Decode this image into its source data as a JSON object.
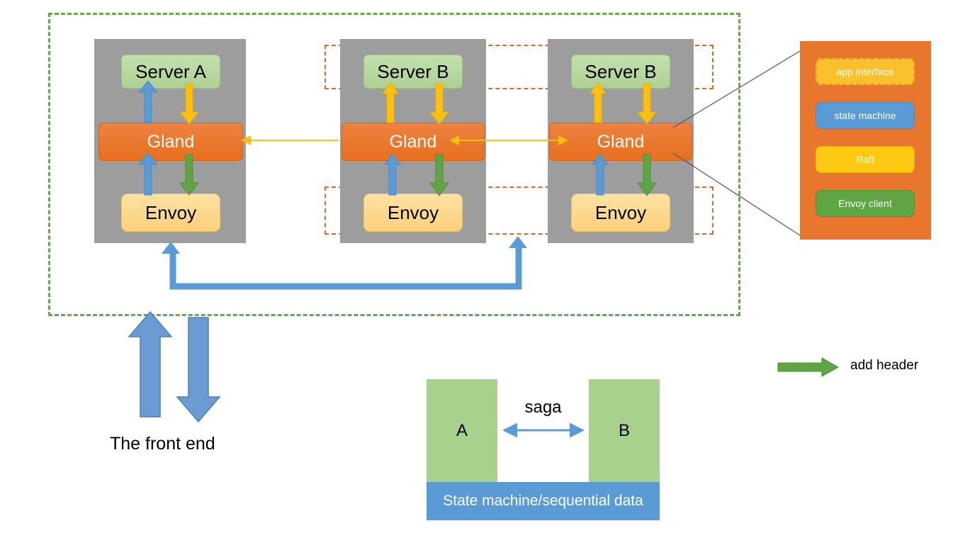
{
  "diagram": {
    "title_text_blocks": {
      "front_end": "The front end",
      "saga": "saga",
      "add_header": "add header"
    },
    "hosts": [
      {
        "id": "host-a",
        "server": "Server A",
        "gland": "Gland",
        "envoy": "Envoy"
      },
      {
        "id": "host-b1",
        "server": "Server B",
        "gland": "Gland",
        "envoy": "Envoy"
      },
      {
        "id": "host-b2",
        "server": "Server B",
        "gland": "Gland",
        "envoy": "Envoy"
      }
    ],
    "detail_panel": {
      "items": [
        {
          "label": "app interface",
          "color": "#fbc02d",
          "style": "dashed"
        },
        {
          "label": "state machine",
          "color": "#5b9bd5",
          "style": "solid"
        },
        {
          "label": "Raft",
          "color": "#fdc913",
          "style": "solid"
        },
        {
          "label": "Envoy client",
          "color": "#5fa544",
          "style": "solid"
        }
      ],
      "background": "#e8762d"
    },
    "saga_figure": {
      "left_box": "A",
      "right_box": "B",
      "connector_label": "saga",
      "base_bar": "State machine/sequential data",
      "box_color": "#a9d18e",
      "base_color": "#5b9bd5"
    },
    "legend": {
      "arrow_color": "#5fa544",
      "arrow_label": "add header"
    },
    "colors": {
      "boundary_dashed": "#6aa84f",
      "group_dashed": "#e2672a",
      "host_background": "#9d9d9d",
      "server_box": "#aed093",
      "gland_box": "#e5701f",
      "envoy_box": "#fcd079",
      "blue_arrow": "#5b9bd5",
      "amber_arrow": "#fdc010",
      "green_arrow": "#5fa544"
    }
  }
}
